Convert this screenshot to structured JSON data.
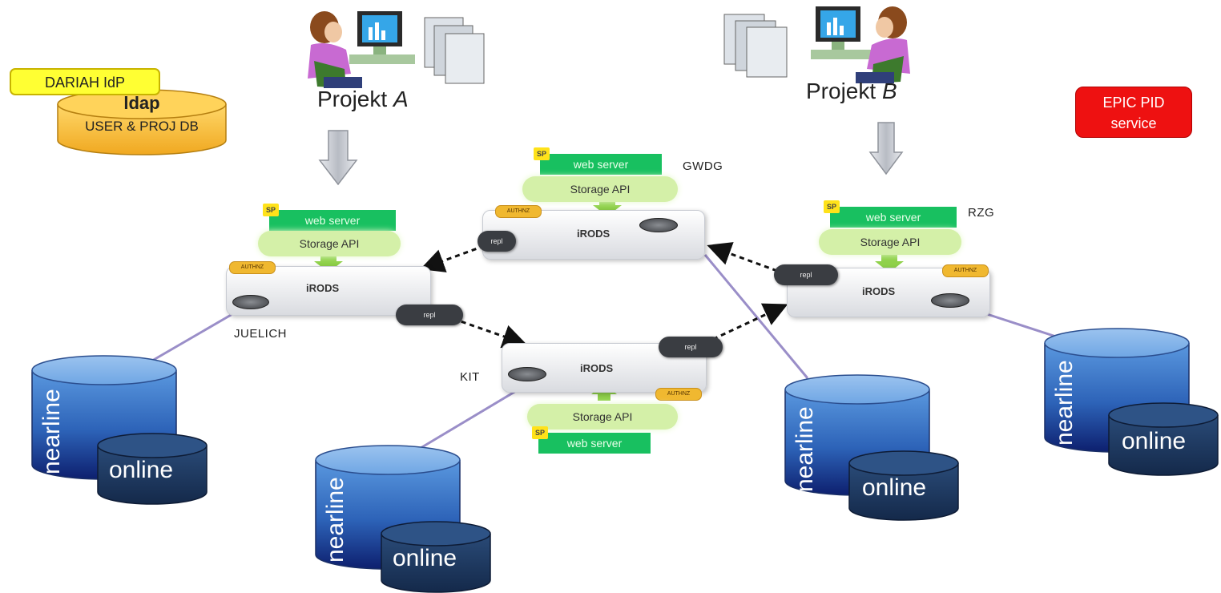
{
  "dariah": {
    "idp_label": "DARIAH IdP",
    "ldap_label": "ldap",
    "db_label": "USER & PROJ DB"
  },
  "epic": {
    "line1": "EPIC PID",
    "line2": "service"
  },
  "projects": [
    {
      "prefix": "Projekt ",
      "letter": "A"
    },
    {
      "prefix": "Projekt ",
      "letter": "B"
    }
  ],
  "sites": {
    "gwdg": "GWDG",
    "rzg": "RZG",
    "juelich": "JUELICH",
    "kit": "KIT"
  },
  "node": {
    "web_server": "web server",
    "sp": "SP",
    "storage_api": "Storage API",
    "irods": "iRODS",
    "repl": "repl",
    "auth": "AUTHNZ"
  },
  "storage": {
    "nearline": "nearline",
    "online": "online"
  },
  "colors": {
    "idp_yellow": "#ffff33",
    "ldap_orange": "#f5b82a",
    "epic_red": "#ee1111",
    "web_server_green": "#18c060",
    "storage_api_green": "#d4f0a8",
    "nearline_blue": "#3a7fd0",
    "online_navy": "#1d3a63"
  }
}
